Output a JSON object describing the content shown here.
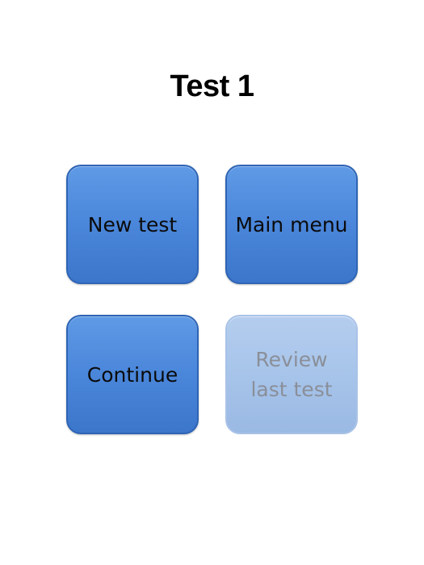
{
  "page": {
    "title": "Test 1"
  },
  "buttons": {
    "new_test": "New test",
    "main_menu": "Main menu",
    "continue": "Continue",
    "review_last_test": "Review\nlast test"
  },
  "states": {
    "review_last_test": "disabled"
  },
  "colors": {
    "tile_active": "#4a86da",
    "tile_border": "#2f64b4",
    "tile_disabled": "#a7c4ea",
    "text_disabled": "#8a8f99"
  }
}
